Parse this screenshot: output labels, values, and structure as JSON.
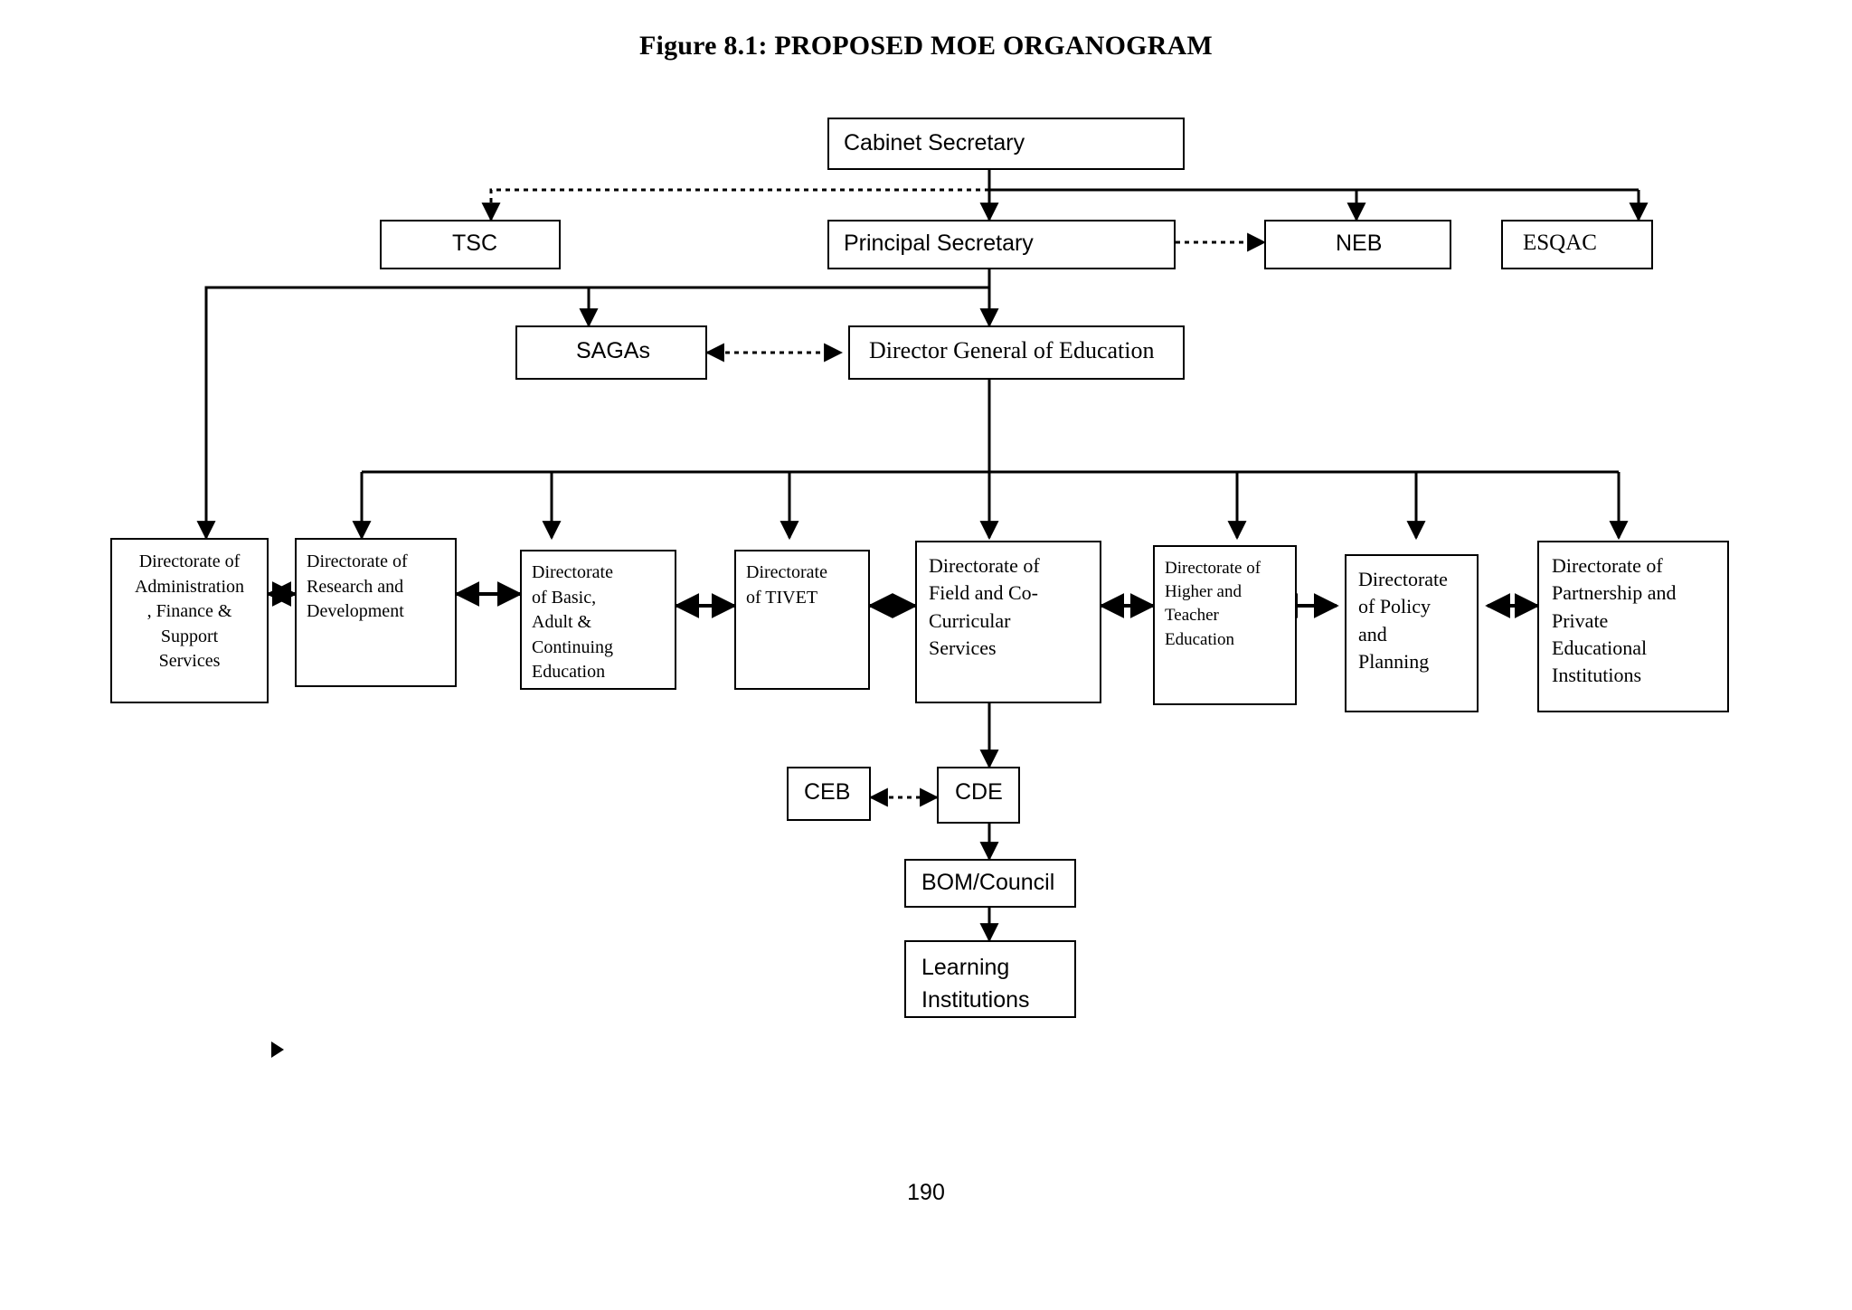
{
  "figure": {
    "title": "Figure 8.1: PROPOSED MOE ORGANOGRAM",
    "page_number": "190"
  },
  "chart_data": {
    "type": "diagram",
    "title": "Figure 8.1: PROPOSED MOE ORGANOGRAM",
    "diagram_kind": "organogram",
    "nodes": [
      {
        "id": "cabinet_secretary",
        "label": "Cabinet Secretary",
        "level": 1
      },
      {
        "id": "tsc",
        "label": "TSC",
        "level": 2
      },
      {
        "id": "principal_secretary",
        "label": "Principal Secretary",
        "level": 2
      },
      {
        "id": "neb",
        "label": "NEB",
        "level": 2
      },
      {
        "id": "esqac",
        "label": "ESQAC",
        "level": 2
      },
      {
        "id": "sagas",
        "label": "SAGAs",
        "level": 3
      },
      {
        "id": "director_general",
        "label": "Director General of Education",
        "level": 3
      },
      {
        "id": "dir_admin",
        "label": "Directorate of Administration\n, Finance &\nSupport\nServices",
        "level": 4
      },
      {
        "id": "dir_research",
        "label": "Directorate of\nResearch and\nDevelopment",
        "level": 4
      },
      {
        "id": "dir_basic",
        "label": "Directorate\nof Basic,\nAdult &\nContinuing\nEducation",
        "level": 4
      },
      {
        "id": "dir_tivet",
        "label": "Directorate\nof TIVET",
        "level": 4
      },
      {
        "id": "dir_field",
        "label": "Directorate of\nField and Co-\nCurricular\nServices",
        "level": 4
      },
      {
        "id": "dir_higher",
        "label": "Directorate of\nHigher  and\nTeacher\nEducation",
        "level": 4
      },
      {
        "id": "dir_policy",
        "label": "Directorate\nof Policy\nand\nPlanning",
        "level": 4
      },
      {
        "id": "dir_partnership",
        "label": "Directorate of\nPartnership and\nPrivate\nEducational\nInstitutions",
        "level": 4
      },
      {
        "id": "ceb",
        "label": "CEB",
        "level": 5
      },
      {
        "id": "cde",
        "label": "CDE",
        "level": 5
      },
      {
        "id": "bom_council",
        "label": "BOM/Council",
        "level": 6
      },
      {
        "id": "learning_institutions",
        "label": "Learning\nInstitutions",
        "level": 7
      }
    ],
    "edges": [
      {
        "from": "cabinet_secretary",
        "to": "tsc",
        "style": "dotted",
        "arrow": "single"
      },
      {
        "from": "cabinet_secretary",
        "to": "principal_secretary",
        "style": "solid",
        "arrow": "single"
      },
      {
        "from": "cabinet_secretary",
        "to": "neb",
        "style": "solid",
        "arrow": "single"
      },
      {
        "from": "cabinet_secretary",
        "to": "esqac",
        "style": "solid",
        "arrow": "single"
      },
      {
        "from": "principal_secretary",
        "to": "neb",
        "style": "dotted",
        "arrow": "single"
      },
      {
        "from": "principal_secretary",
        "to": "sagas",
        "style": "solid",
        "arrow": "single"
      },
      {
        "from": "principal_secretary",
        "to": "director_general",
        "style": "solid",
        "arrow": "single"
      },
      {
        "from": "principal_secretary",
        "to": "dir_admin",
        "style": "solid",
        "arrow": "single"
      },
      {
        "from": "director_general",
        "to": "sagas",
        "style": "dotted",
        "arrow": "double"
      },
      {
        "from": "director_general",
        "to": "dir_research",
        "style": "solid",
        "arrow": "single"
      },
      {
        "from": "director_general",
        "to": "dir_basic",
        "style": "solid",
        "arrow": "single"
      },
      {
        "from": "director_general",
        "to": "dir_tivet",
        "style": "solid",
        "arrow": "single"
      },
      {
        "from": "director_general",
        "to": "dir_field",
        "style": "solid",
        "arrow": "single"
      },
      {
        "from": "director_general",
        "to": "dir_higher",
        "style": "solid",
        "arrow": "single"
      },
      {
        "from": "director_general",
        "to": "dir_policy",
        "style": "solid",
        "arrow": "single"
      },
      {
        "from": "director_general",
        "to": "dir_partnership",
        "style": "solid",
        "arrow": "single"
      },
      {
        "from": "dir_admin",
        "to": "dir_research",
        "style": "solid",
        "arrow": "double"
      },
      {
        "from": "dir_research",
        "to": "dir_basic",
        "style": "solid",
        "arrow": "double"
      },
      {
        "from": "dir_basic",
        "to": "dir_tivet",
        "style": "solid",
        "arrow": "double"
      },
      {
        "from": "dir_tivet",
        "to": "dir_field",
        "style": "solid",
        "arrow": "double"
      },
      {
        "from": "dir_field",
        "to": "dir_higher",
        "style": "solid",
        "arrow": "double"
      },
      {
        "from": "dir_higher",
        "to": "dir_policy",
        "style": "solid",
        "arrow": "double"
      },
      {
        "from": "dir_policy",
        "to": "dir_partnership",
        "style": "solid",
        "arrow": "double"
      },
      {
        "from": "dir_field",
        "to": "cde",
        "style": "solid",
        "arrow": "single"
      },
      {
        "from": "cde",
        "to": "ceb",
        "style": "dotted",
        "arrow": "double"
      },
      {
        "from": "cde",
        "to": "bom_council",
        "style": "solid",
        "arrow": "single"
      },
      {
        "from": "bom_council",
        "to": "learning_institutions",
        "style": "solid",
        "arrow": "single"
      }
    ]
  },
  "nodes": {
    "cabinet_secretary": "Cabinet Secretary",
    "tsc": "TSC",
    "principal_secretary": "Principal Secretary",
    "neb": "NEB",
    "esqac": "ESQAC",
    "sagas": "SAGAs",
    "director_general": "Director General of Education",
    "dir_admin": "Directorate of Administration\n, Finance &\nSupport\nServices",
    "dir_research": "Directorate of\nResearch and\nDevelopment",
    "dir_basic": "Directorate\nof Basic,\nAdult &\nContinuing\nEducation",
    "dir_tivet": "Directorate\nof TIVET",
    "dir_field": "Directorate of\nField and Co-\nCurricular\nServices",
    "dir_higher": "Directorate of\nHigher  and\nTeacher\nEducation",
    "dir_policy": "Directorate\nof Policy\nand\nPlanning",
    "dir_partnership": "Directorate of\nPartnership and\nPrivate\nEducational\nInstitutions",
    "ceb": "CEB",
    "cde": "CDE",
    "bom_council": "BOM/Council",
    "learning_institutions": "Learning\nInstitutions"
  },
  "colors": {
    "line": "#000000",
    "box_fill": "#ffffff",
    "text": "#000000",
    "page_background": "#ffffff"
  }
}
